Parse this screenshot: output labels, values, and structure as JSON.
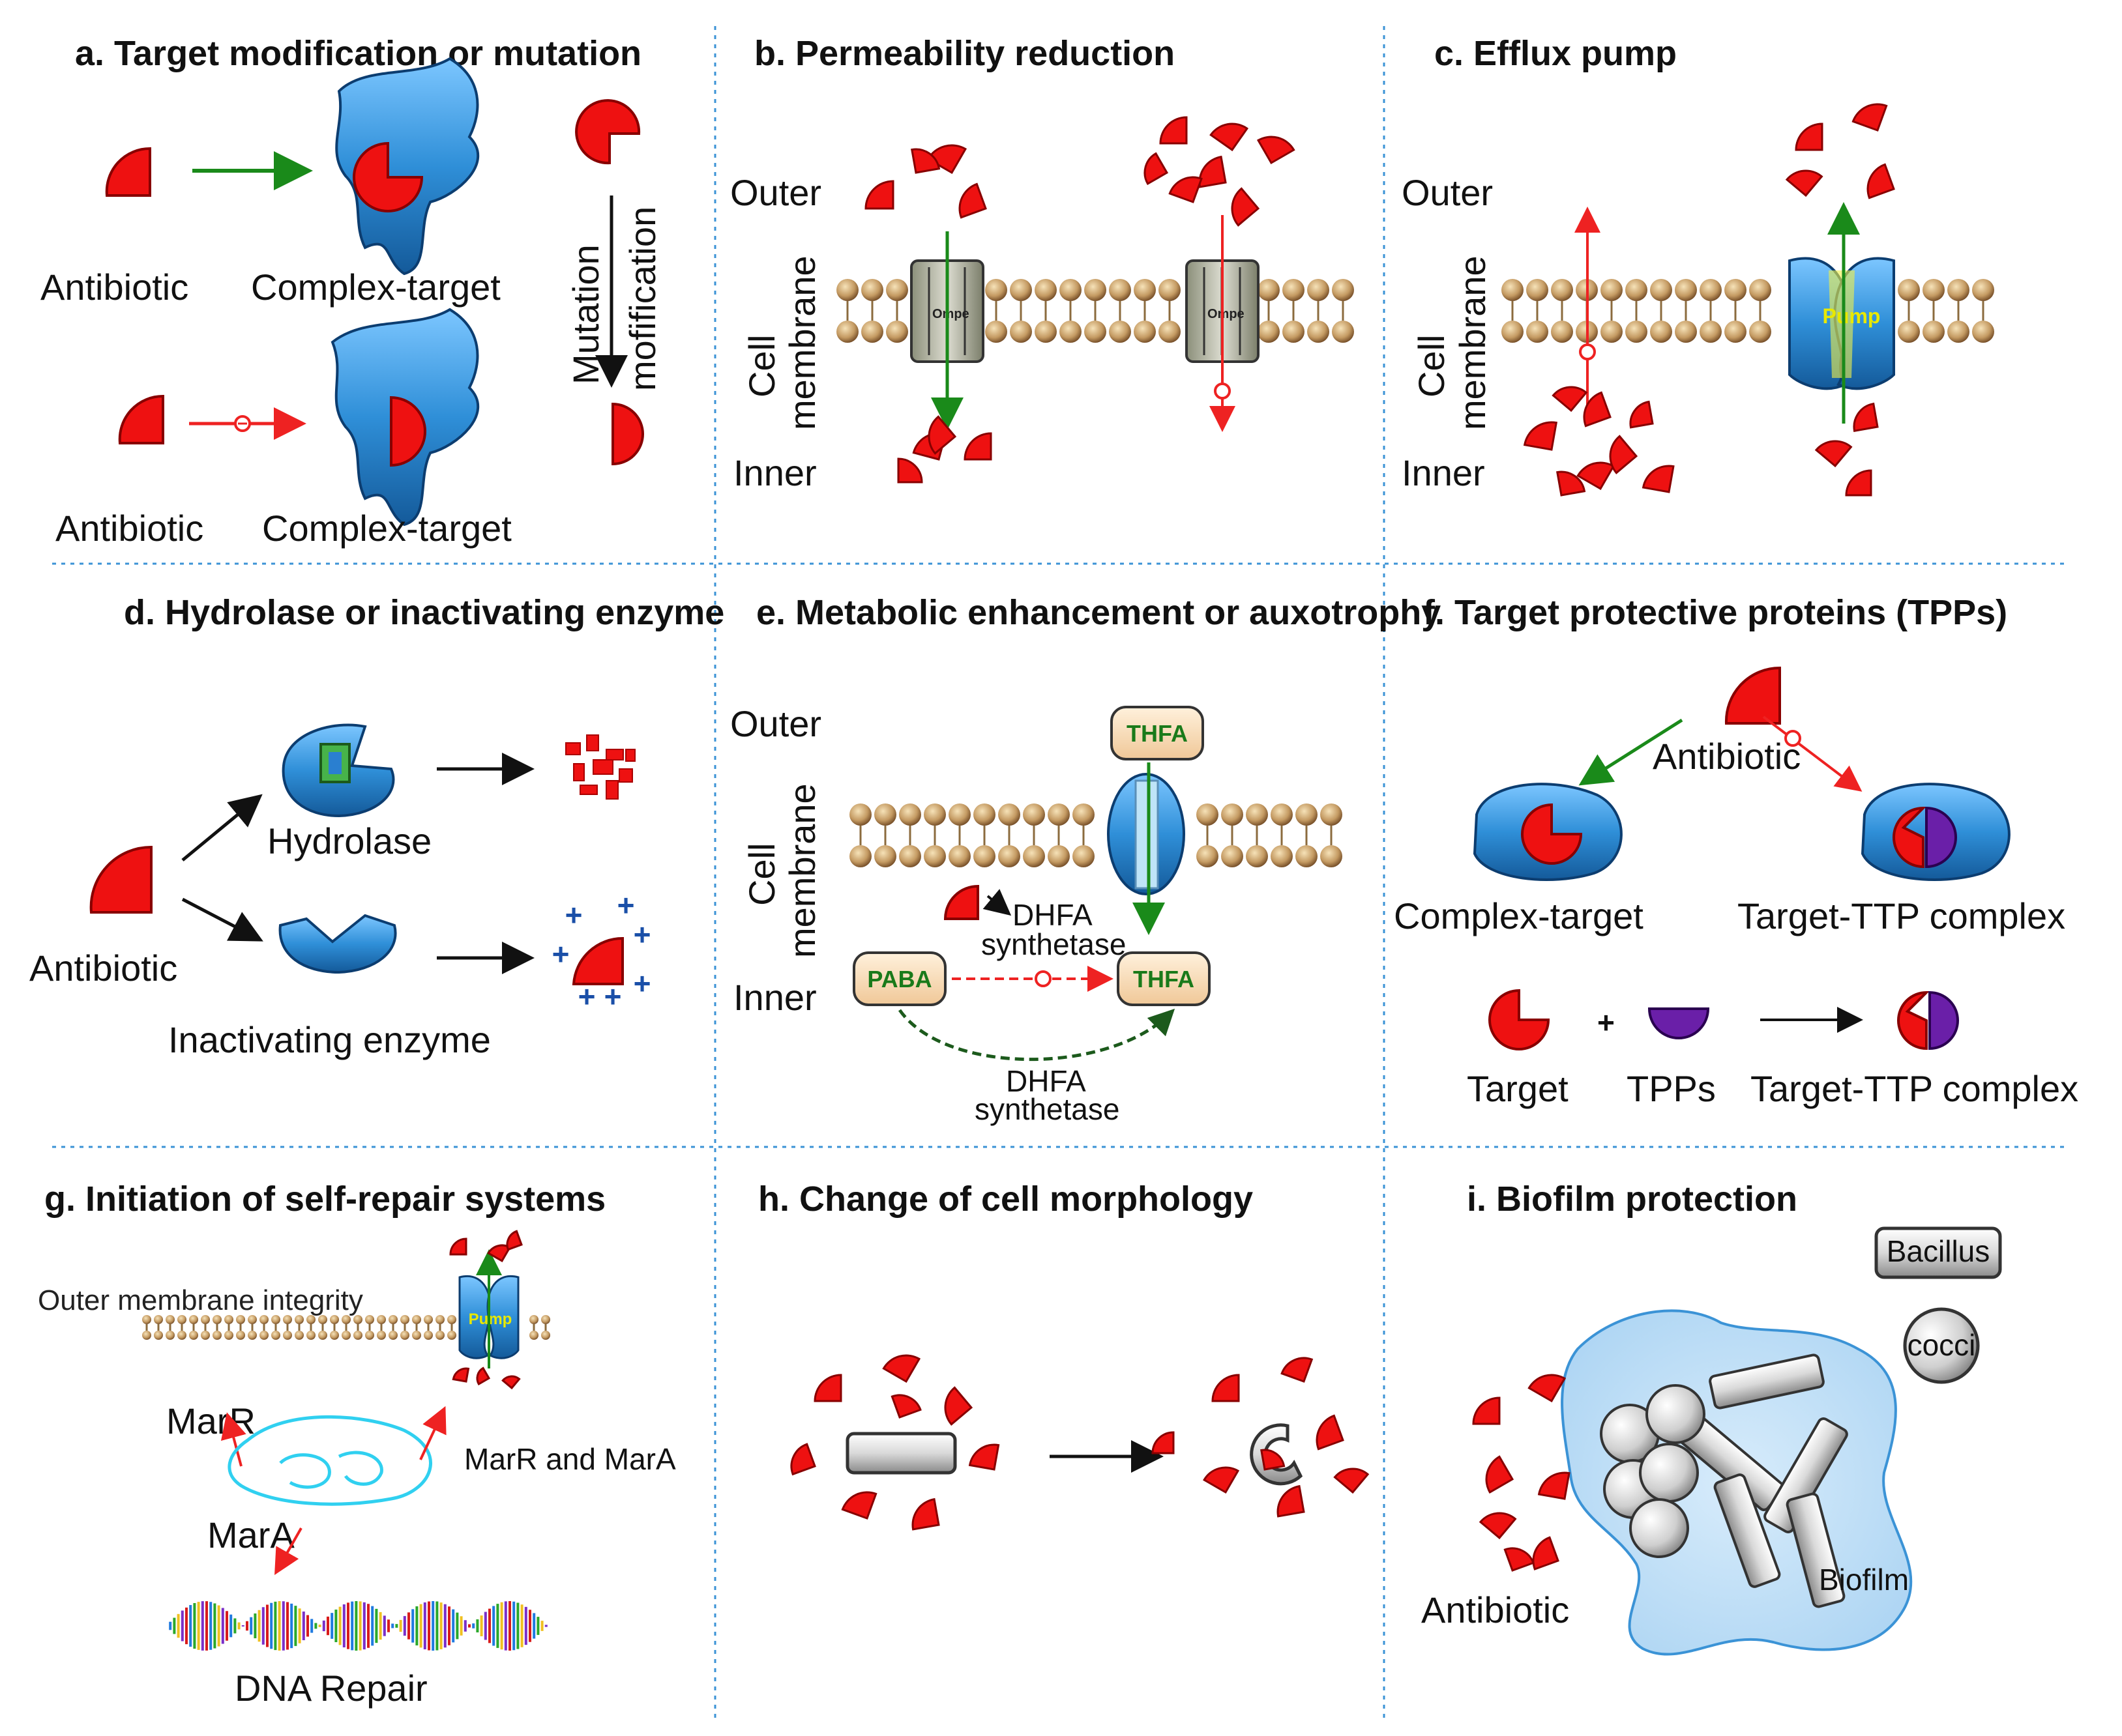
{
  "colors": {
    "antibiotic": "#ee1111",
    "enzyme": "#2f8fd8",
    "tpp": "#6a1fa8",
    "divider": "#3b93d6",
    "pump_text": "#e8e800",
    "green_arrow": "#1a8a1a",
    "red_arrow": "#ee2222"
  },
  "panel_a": {
    "title": "a. Target modification or mutation",
    "antibiotic_top": "Antibiotic",
    "complex_top": "Complex-target",
    "antibiotic_bottom": "Antibiotic",
    "complex_bottom": "Complex-target",
    "mutation": "Mutation",
    "modification": "mofification"
  },
  "panel_b": {
    "title": "b. Permeability reduction",
    "outer": "Outer",
    "cell": "Cell",
    "membrane": "membrane",
    "inner": "Inner",
    "porin_label": "Ompe"
  },
  "panel_c": {
    "title": "c. Efflux pump",
    "outer": "Outer",
    "cell": "Cell",
    "membrane": "membrane",
    "inner": "Inner",
    "pump": "Pump"
  },
  "panel_d": {
    "title": "d. Hydrolase or inactivating enzyme",
    "antibiotic": "Antibiotic",
    "hydrolase": "Hydrolase",
    "inactivating": "Inactivating enzyme"
  },
  "panel_e": {
    "title": "e. Metabolic enhancement or auxotrophy",
    "outer": "Outer",
    "cell": "Cell",
    "membrane": "membrane",
    "inner": "Inner",
    "thfa_top": "THFA",
    "thfa_bottom": "THFA",
    "paba": "PABA",
    "dhfa_top_1": "DHFA",
    "dhfa_top_2": "synthetase",
    "dhfa_bottom_1": "DHFA",
    "dhfa_bottom_2": "synthetase"
  },
  "panel_f": {
    "title": "f. Target protective proteins (TPPs)",
    "antibiotic": "Antibiotic",
    "complex_target": "Complex-target",
    "target_ttp_complex": "Target-TTP complex",
    "plus": "+",
    "target": "Target",
    "tpps": "TPPs",
    "target_ttp_complex_2": "Target-TTP complex"
  },
  "panel_g": {
    "title": "g. Initiation of self-repair systems",
    "outer_membrane": "Outer membrane integrity",
    "pump": "Pump",
    "marr": "MarR",
    "mara": "MarA",
    "marr_mara": "MarR and MarA",
    "dna_repair": "DNA Repair"
  },
  "panel_h": {
    "title": "h. Change of cell morphology"
  },
  "panel_i": {
    "title": "i. Biofilm protection",
    "bacillus": "Bacillus",
    "cocci": "cocci",
    "biofilm": "Biofilm",
    "antibiotic": "Antibiotic"
  }
}
